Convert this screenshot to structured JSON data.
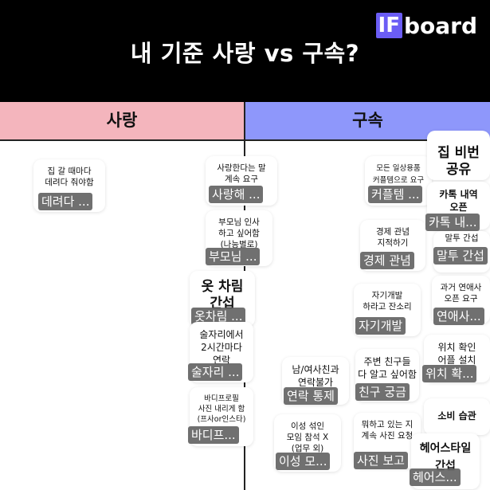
{
  "header": {
    "title": "내 기준 사랑 vs 구속?",
    "logo_box": "IF",
    "logo_text": "board"
  },
  "columns": {
    "love": "사랑",
    "restraint": "구속"
  },
  "cards": [
    {
      "text": "집 갈 때마다\n데려다 줘야함",
      "tag": "데려다 ..."
    },
    {
      "text": "사랑한다는 말\n계속 요구",
      "tag": "사랑해 ..."
    },
    {
      "text": "부모님 인사\n하고 싶어함\n(나능별로)",
      "tag": "부모님 ..."
    },
    {
      "text": "옷 차림\n간섭",
      "tag": "옷차림 ..."
    },
    {
      "text": "술자리에서\n2시간마다\n연락",
      "tag": "술자리 ..."
    },
    {
      "text": "바디프로필\n사진 내리게 함\n(프사or인스타)",
      "tag": "바디프..."
    },
    {
      "text": "남/여사친과\n연락불가",
      "tag": "연락 통제"
    },
    {
      "text": "이성 섞인\n모임 참석 X\n(업무 외)",
      "tag": "이성 모..."
    },
    {
      "text": "모든 일상용품\n커플템으로 요구",
      "tag": "커플템 ..."
    },
    {
      "text": "경제 관념\n지적하기",
      "tag": "경제 관념"
    },
    {
      "text": "자기개발\n하라고 잔소리",
      "tag": "자기개발"
    },
    {
      "text": "주변 친구들\n다 알고 싶어함",
      "tag": "친구 궁금"
    },
    {
      "text": "뭐하고 있는 지\n계속 사진 요청",
      "tag": "사진 보고"
    },
    {
      "text": "집 비번\n공유",
      "tag": ""
    },
    {
      "text": "카톡 내역\n오픈",
      "tag": "카톡 내..."
    },
    {
      "text": "말투 간섭",
      "tag": "말투 간섭"
    },
    {
      "text": "과거 연애사\n오픈 요구",
      "tag": "연애사..."
    },
    {
      "text": "위치 확인\n어플 설치",
      "tag": "위치 확..."
    },
    {
      "text": "소비 습관",
      "tag": ""
    },
    {
      "text": "헤어스타일\n간섭",
      "tag": "헤어스..."
    }
  ]
}
